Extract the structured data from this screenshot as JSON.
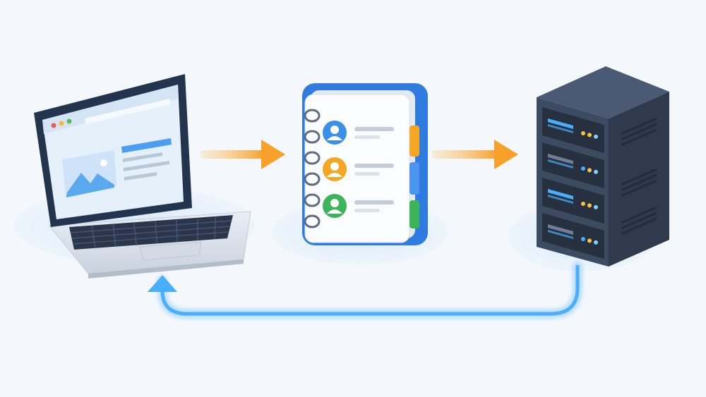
{
  "diagram": {
    "type": "flow",
    "nodes": [
      {
        "id": "client",
        "icon": "laptop-icon"
      },
      {
        "id": "directory",
        "icon": "address-book-icon",
        "contacts": [
          {
            "avatar_color": "#3b8fe8",
            "icon": "user-avatar-icon"
          },
          {
            "avatar_color": "#f5a623",
            "icon": "user-avatar-icon"
          },
          {
            "avatar_color": "#3cb55a",
            "icon": "user-avatar-icon"
          }
        ]
      },
      {
        "id": "server",
        "icon": "server-rack-icon"
      }
    ],
    "edges": [
      {
        "from": "client",
        "to": "directory",
        "color": "#f7a12a",
        "style": "straight-arrow"
      },
      {
        "from": "directory",
        "to": "server",
        "color": "#f7a12a",
        "style": "straight-arrow"
      },
      {
        "from": "server",
        "to": "client",
        "color": "#4aaeff",
        "style": "return-arrow"
      }
    ],
    "colors": {
      "background": "#f4f8fc",
      "forward_arrow": "#f7a12a",
      "return_arrow": "#4aaeff",
      "laptop_frame": "#23344f",
      "book_cover": "#2f7be0",
      "server_body": "#3c4a62"
    }
  }
}
